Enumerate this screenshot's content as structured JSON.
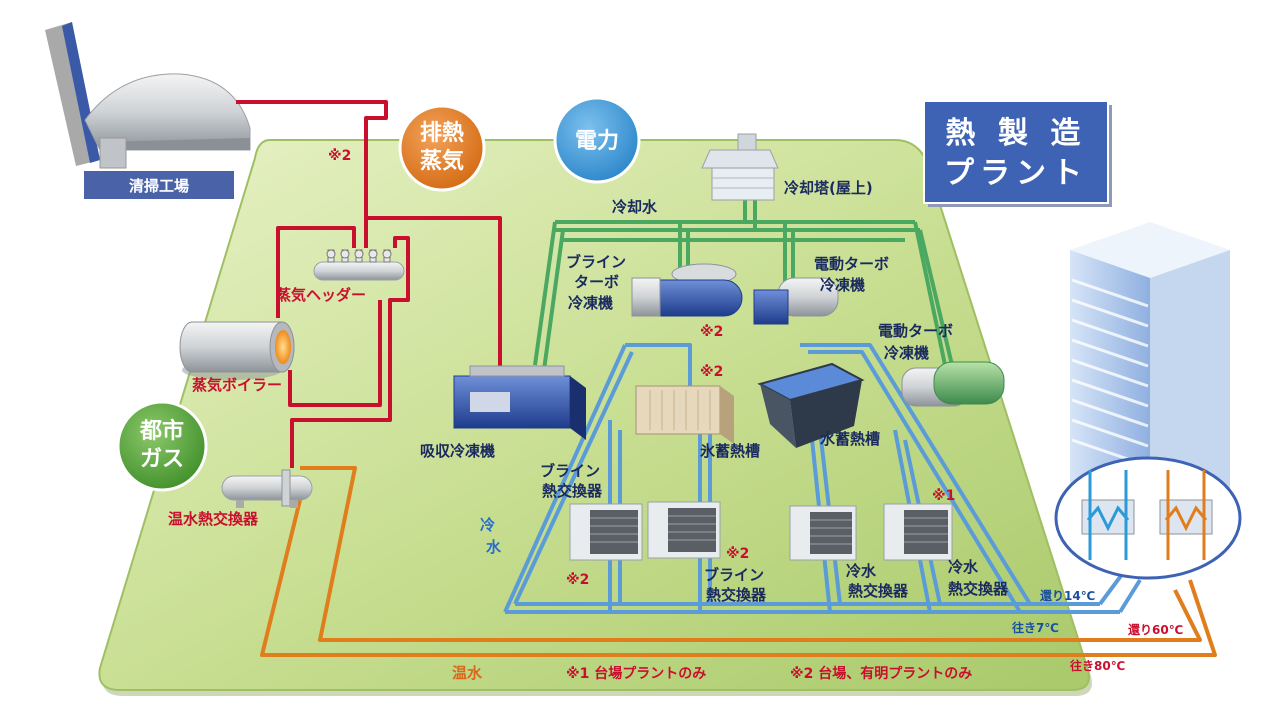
{
  "title": {
    "line1": "熱 製 造",
    "line2": "プラント"
  },
  "source_label": "清掃工場",
  "circles": {
    "exhaust_steam": {
      "line1": "排熱",
      "line2": "蒸気"
    },
    "electric": "電力",
    "city_gas": {
      "line1": "都市",
      "line2": "ガス"
    }
  },
  "equipment": {
    "steam_header": "蒸気ヘッダー",
    "steam_boiler": "蒸気ボイラー",
    "hot_water_hx": "温水熱交換器",
    "absorption_chiller": "吸収冷凍機",
    "cooling_tower": "冷却塔(屋上)",
    "cooling_water": "冷却水",
    "brine_turbo": {
      "line1": "ブライン",
      "line2": "ターボ",
      "line3": "冷凍機"
    },
    "electric_turbo_1": {
      "line1": "電動ターボ",
      "line2": "冷凍機"
    },
    "electric_turbo_2": {
      "line1": "電動ターボ",
      "line2": "冷凍機"
    },
    "ice_storage": "氷蓄熱槽",
    "water_storage": "水蓄熱槽",
    "brine_hx_top": {
      "line1": "ブライン",
      "line2": "熱交換器"
    },
    "brine_hx_bottom": {
      "line1": "ブライン",
      "line2": "熱交換器"
    },
    "chilled_hx_1": {
      "line1": "冷水",
      "line2": "熱交換器"
    },
    "chilled_hx_2": {
      "line1": "冷水",
      "line2": "熱交換器"
    }
  },
  "pipes": {
    "chilled_water": {
      "line1": "冷",
      "line2": "水"
    },
    "hot_water": "温水"
  },
  "marks": {
    "m2_top": "※2",
    "m2_turbo": "※2",
    "m2_ice": "※2",
    "m2_brine_left": "※2",
    "m2_brine_right": "※2",
    "m1_hx": "※1"
  },
  "temperatures": {
    "return_chilled": "還り14℃",
    "supply_chilled": "往き7℃",
    "return_hot": "還り60℃",
    "supply_hot": "往き80℃"
  },
  "notes": {
    "note1": "※1 台場プラントのみ",
    "note2": "※2 台場、有明プラントのみ"
  },
  "colors": {
    "platform": "#c4dc8a",
    "steam_pipe": "#c8102e",
    "cooling_pipe": "#4aa860",
    "chilled_pipe": "#5b9bd8",
    "hot_pipe": "#e07d1c",
    "title_bg": "#3e63b4",
    "orange_circle": "#e07d1c",
    "blue_circle": "#3e9ad8",
    "green_circle": "#5aa83a"
  }
}
